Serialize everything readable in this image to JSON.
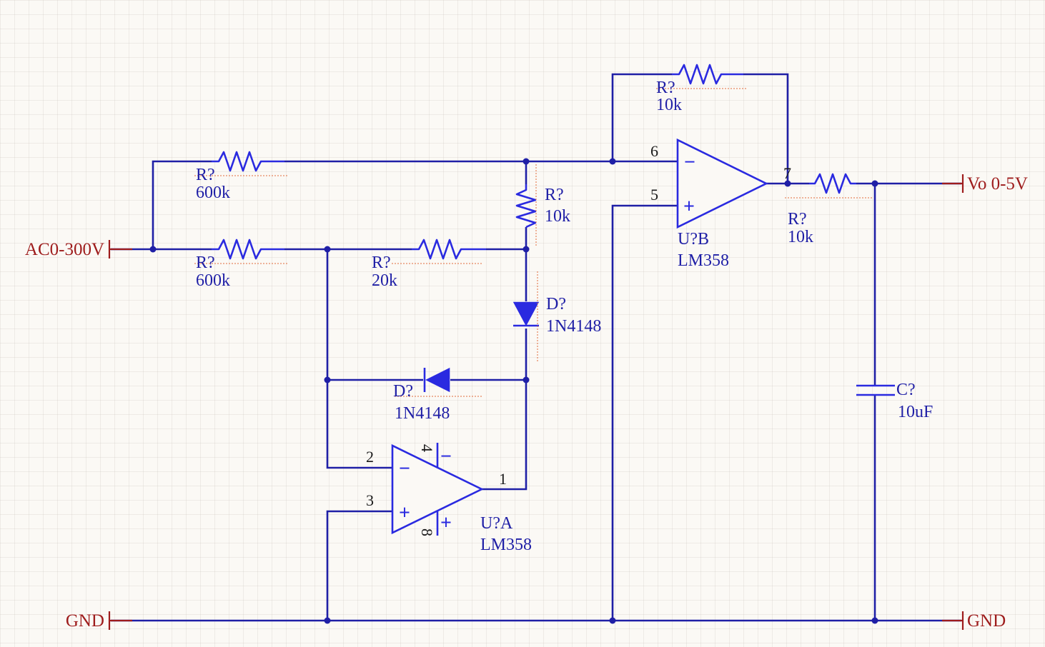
{
  "ports": {
    "input": "AC0-300V",
    "output": "Vo 0-5V",
    "gnd_left": "GND",
    "gnd_right": "GND"
  },
  "components": {
    "r_feedback": {
      "ref": "R?",
      "value": "10k"
    },
    "r_top": {
      "ref": "R?",
      "value": "600k"
    },
    "r_bottom": {
      "ref": "R?",
      "value": "600k"
    },
    "r_20k": {
      "ref": "R?",
      "value": "20k"
    },
    "r_vertical": {
      "ref": "R?",
      "value": "10k"
    },
    "r_output": {
      "ref": "R?",
      "value": "10k"
    },
    "d_vertical": {
      "ref": "D?",
      "value": "1N4148"
    },
    "d_horizontal": {
      "ref": "D?",
      "value": "1N4148"
    },
    "u_b": {
      "ref": "U?B",
      "value": "LM358"
    },
    "u_a": {
      "ref": "U?A",
      "value": "LM358"
    },
    "c_out": {
      "ref": "C?",
      "value": "10uF"
    }
  },
  "pins": {
    "ub_inv": "6",
    "ub_noninv": "5",
    "ub_out": "7",
    "ua_inv": "2",
    "ua_noninv": "3",
    "ua_out": "1",
    "ua_vcc": "4",
    "ua_gnd": "8"
  },
  "symbols": {
    "minus": "−",
    "plus": "+"
  },
  "colors": {
    "wire": "#1f1fa6",
    "component": "#2a2ae0",
    "port": "#9e1c1c",
    "background": "#fbf9f5"
  }
}
